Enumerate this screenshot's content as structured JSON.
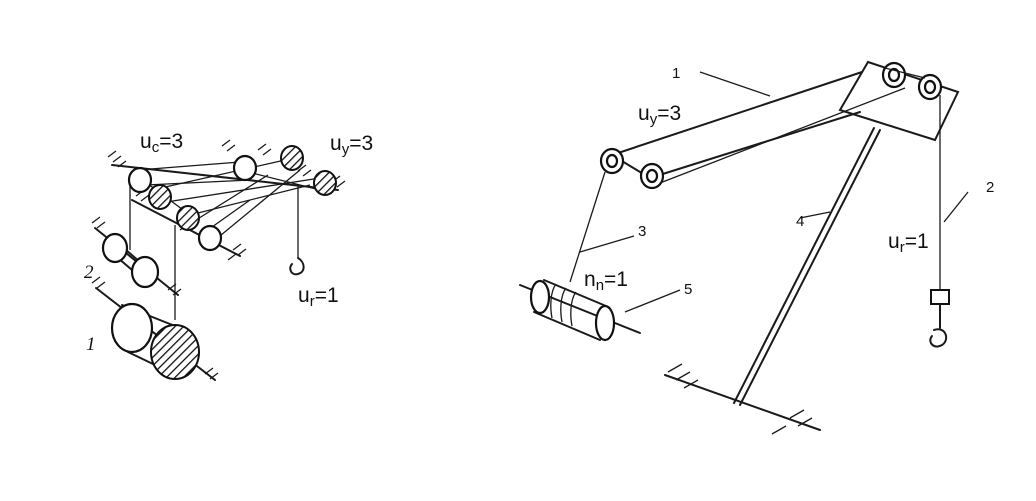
{
  "left_diagram": {
    "label_uc": "u",
    "label_uc_sub": "c",
    "label_uc_val": "=3",
    "label_uy": "u",
    "label_uy_sub": "y",
    "label_uy_val": "=3",
    "label_ur": "u",
    "label_ur_sub": "r",
    "label_ur_val": "=1",
    "part_1": "1",
    "part_2": "2"
  },
  "right_diagram": {
    "label_uy": "u",
    "label_uy_sub": "y",
    "label_uy_val": "=3",
    "label_ur": "u",
    "label_ur_sub": "r",
    "label_ur_val": "=1",
    "label_nn": "n",
    "label_nn_sub": "n",
    "label_nn_val": "=1",
    "part_1": "1",
    "part_2": "2",
    "part_3": "3",
    "part_4": "4",
    "part_5": "5"
  }
}
